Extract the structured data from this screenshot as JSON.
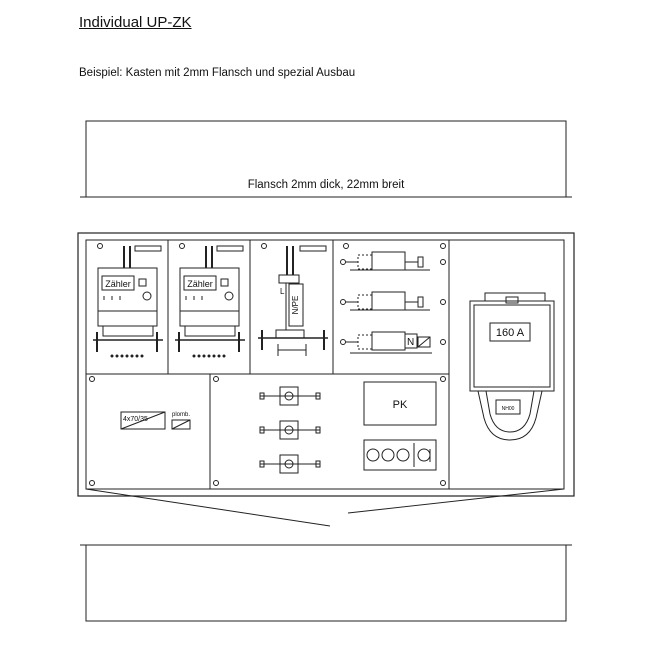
{
  "title": "Individual UP-ZK",
  "subtitle": "Beispiel: Kasten mit 2mm Flansch und spezial Ausbau",
  "flange": {
    "label": "Flansch 2mm dick, 22mm breit"
  },
  "meters": [
    {
      "label": "Zähler"
    },
    {
      "label": "Zähler"
    }
  ],
  "terminal": {
    "label": "N/PE",
    "letter": "L"
  },
  "breaker_n": {
    "label": "N"
  },
  "fuse_box": {
    "rating": "160 A",
    "tag": "NH00"
  },
  "cable": {
    "label": "4x70/35",
    "seal": "plomb."
  },
  "pk_box": {
    "label": "PK"
  }
}
